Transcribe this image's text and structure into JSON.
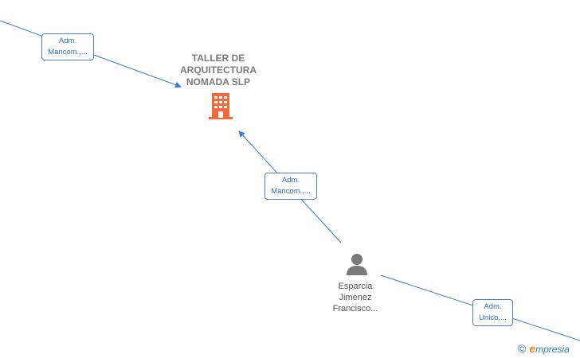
{
  "diagram": {
    "company": {
      "name": "TALLER DE\nARQUITECTURA\nNOMADA  SLP",
      "icon": "building-icon",
      "color": "#f26a3c"
    },
    "person": {
      "name_lines": [
        "Esparcia",
        "Jimenez",
        "Francisco..."
      ],
      "icon": "person-icon",
      "color": "#7a7a7a"
    },
    "edges": [
      {
        "label_lines": [
          "Adm.",
          "Mancom.,..."
        ]
      },
      {
        "label_lines": [
          "Adm.",
          "Mancom.,..."
        ]
      },
      {
        "label_lines": [
          "Adm.",
          "Unico,..."
        ]
      }
    ],
    "edge_color": "#3d7ad1"
  },
  "brand": {
    "copyright": "©",
    "logo_initial": "e",
    "logo_rest": "mpresia"
  }
}
